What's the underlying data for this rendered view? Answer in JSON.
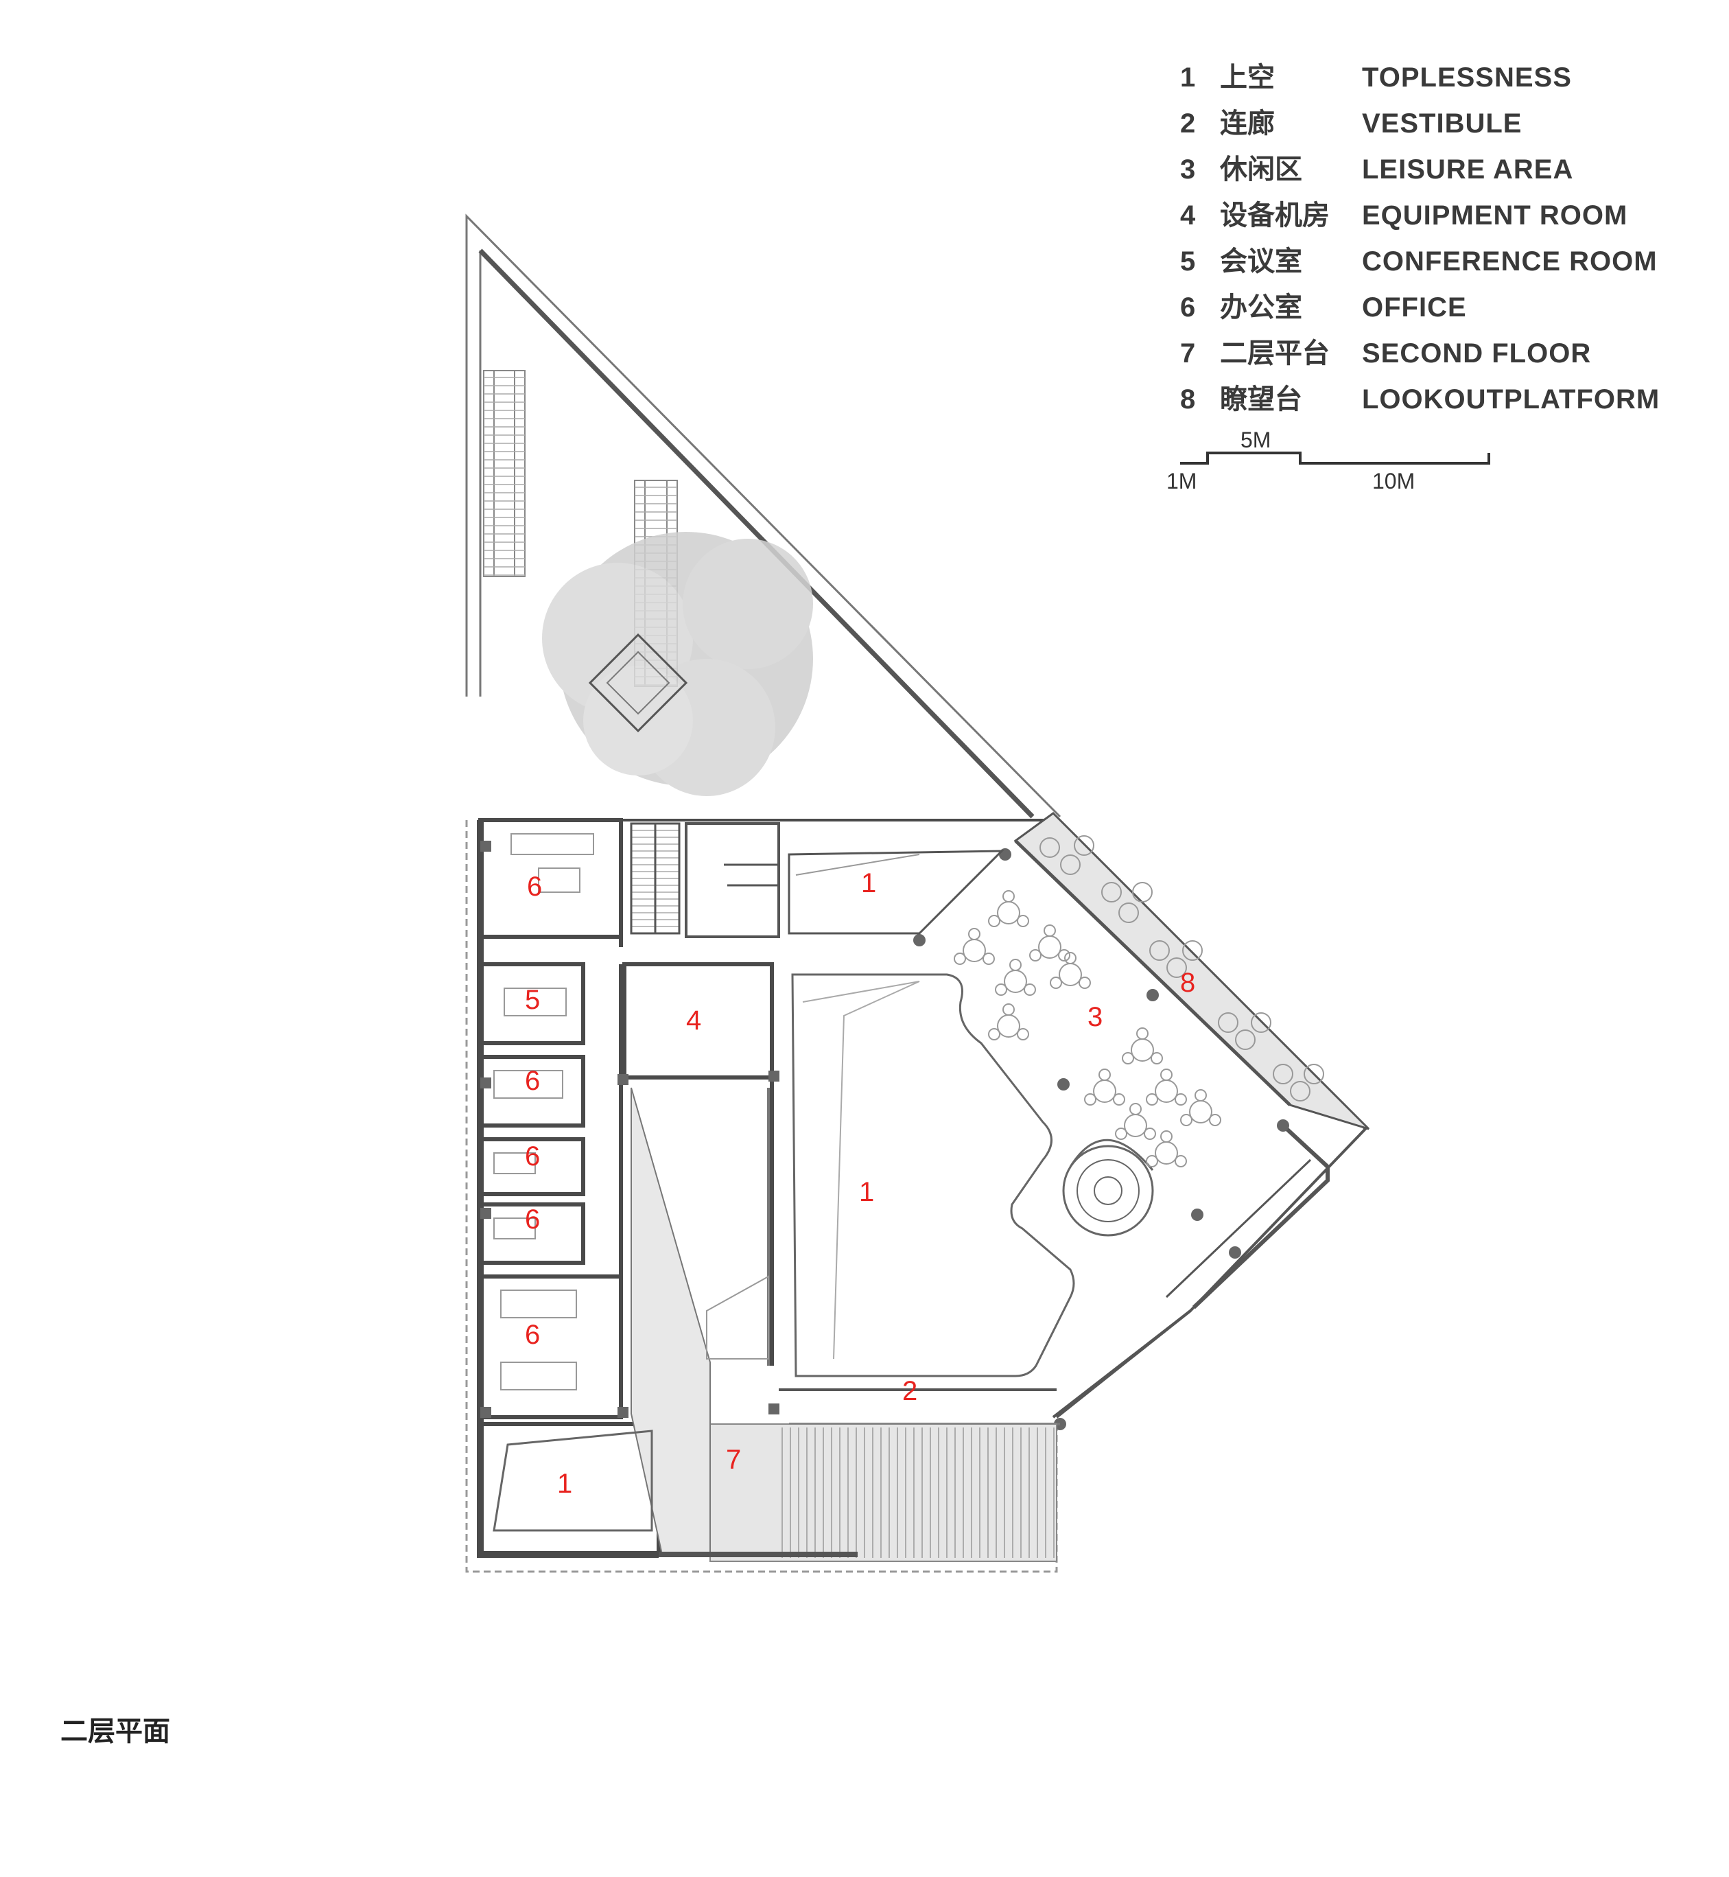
{
  "legend": [
    {
      "num": "1",
      "cn": "上空",
      "en": "TOPLESSNESS"
    },
    {
      "num": "2",
      "cn": "连廊",
      "en": "VESTIBULE"
    },
    {
      "num": "3",
      "cn": "休闲区",
      "en": "LEISURE AREA"
    },
    {
      "num": "4",
      "cn": "设备机房",
      "en": "EQUIPMENT ROOM"
    },
    {
      "num": "5",
      "cn": "会议室",
      "en": "CONFERENCE ROOM"
    },
    {
      "num": "6",
      "cn": "办公室",
      "en": "OFFICE"
    },
    {
      "num": "7",
      "cn": "二层平台",
      "en": "SECOND FLOOR"
    },
    {
      "num": "8",
      "cn": "瞭望台",
      "en": "LOOKOUTPLATFORM"
    }
  ],
  "scale": {
    "a": "1M",
    "b": "5M",
    "c": "10M"
  },
  "title": "二层平面",
  "rooms": {
    "r1a": "1",
    "r1b": "1",
    "r1c": "1",
    "r2": "2",
    "r3": "3",
    "r4": "4",
    "r5": "5",
    "r6a": "6",
    "r6b": "6",
    "r6c": "6",
    "r6d": "6",
    "r6e": "6",
    "r7": "7",
    "r8": "8"
  },
  "colors": {
    "label": "#e8231f",
    "wall": "#4a4a4a",
    "line": "#8a8a8a",
    "fill": "#e3e3e3",
    "text": "#3a3a3a"
  }
}
